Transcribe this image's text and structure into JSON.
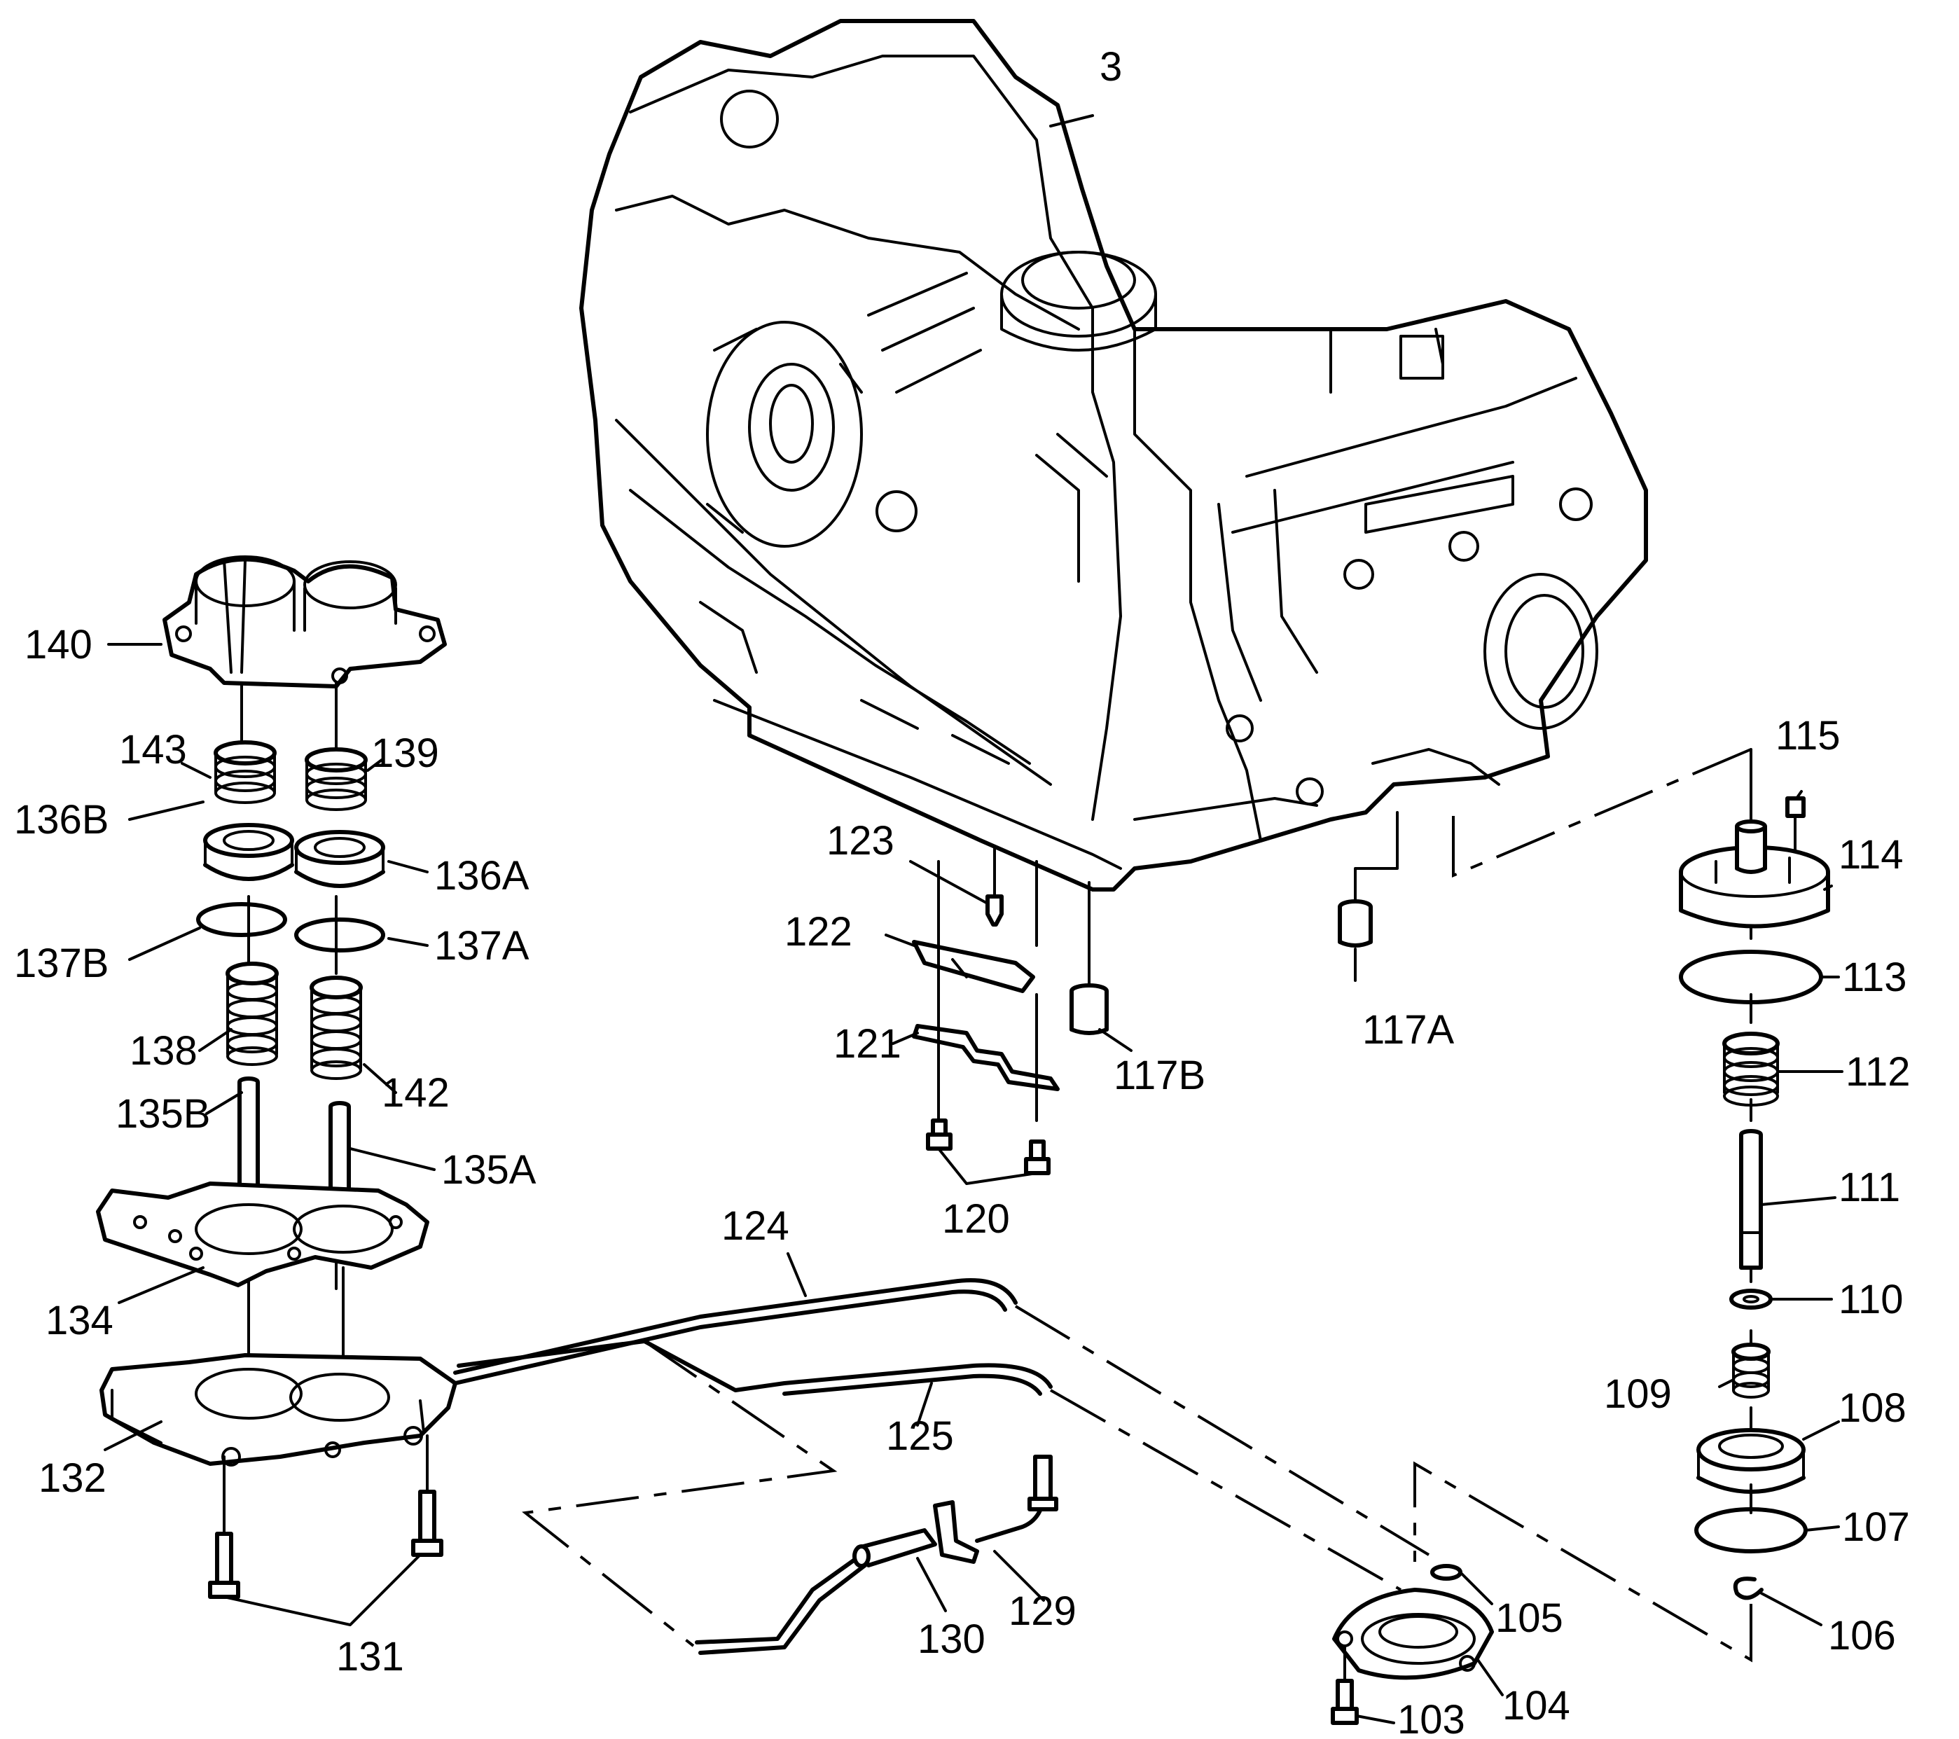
{
  "diagram": {
    "labels": {
      "l3": "3",
      "l140": "140",
      "l143": "143",
      "l139": "139",
      "l136B": "136B",
      "l136A": "136A",
      "l137B": "137B",
      "l137A": "137A",
      "l138": "138",
      "l142": "142",
      "l135B": "135B",
      "l135A": "135A",
      "l134": "134",
      "l132": "132",
      "l131": "131",
      "l123": "123",
      "l122": "122",
      "l121": "121",
      "l120": "120",
      "l117B": "117B",
      "l117A": "117A",
      "l124": "124",
      "l125": "125",
      "l130": "130",
      "l129": "129",
      "l115": "115",
      "l114": "114",
      "l113": "113",
      "l112": "112",
      "l111": "111",
      "l110": "110",
      "l109": "109",
      "l108": "108",
      "l107": "107",
      "l106": "106",
      "l105": "105",
      "l104": "104",
      "l103": "103"
    }
  }
}
